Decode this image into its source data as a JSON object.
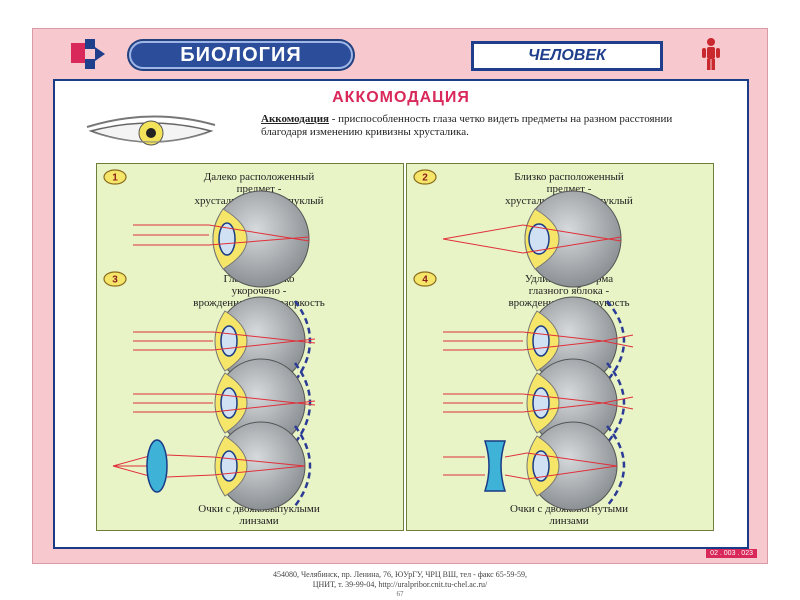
{
  "header": {
    "subject": "БИОЛОГИЯ",
    "topic": "ЧЕЛОВЕК"
  },
  "title": "АККОМОДАЦИЯ",
  "definition": {
    "term": "Аккомодация",
    "text": " - приспособленность глаза четко видеть предметы на разном расстоянии благодаря изменению кривизны хрусталика."
  },
  "panels": [
    {
      "number": "1",
      "caption": [
        "Далеко расположенный",
        "предмет -",
        "хрусталик менее выпуклый"
      ]
    },
    {
      "number": "2",
      "caption": [
        "Близко расположенный",
        "предмет -",
        "хрусталик более выпуклый"
      ]
    },
    {
      "number": "3",
      "caption": [
        "Глазное яблоко",
        "укорочено -",
        "врожденная дальнозоркость"
      ]
    },
    {
      "number": "4",
      "caption": [
        "Удлиненная форма",
        "глазного яблока -",
        "врожденная близорукость"
      ]
    }
  ],
  "glasses": {
    "left": [
      "Очки с двояковыпуклыми",
      "линзами"
    ],
    "right": [
      "Очки с двояковогнутыми",
      "линзами"
    ]
  },
  "code": "02 . 003 . 023",
  "address": [
    "454080, Челябинск, пр. Ленина, 76, ЮУрГУ, ЧРЦ ВШ, тел - факс 65-59-59,",
    "ЦНИТ, т. 39-99-04, http://uralpribor.cnit.tu-chel.ac.ru/"
  ],
  "page_number": "67",
  "colors": {
    "poster_bg": "#f7c9cf",
    "panel_border": "#1a3b86",
    "title": "#d9285a",
    "column_bg": "#e8f3c6",
    "ray": "#e0303a",
    "eye_sclera": "#9ea3a7",
    "eye_yellow": "#f5e66a"
  }
}
